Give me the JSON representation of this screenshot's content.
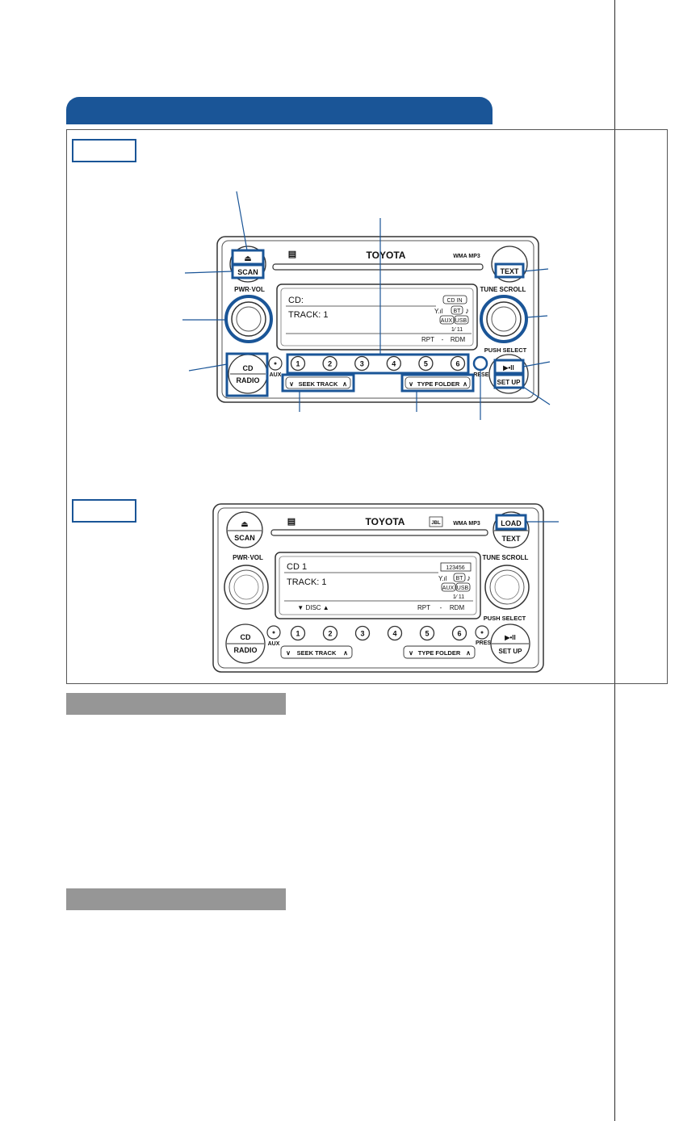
{
  "header": {
    "tab_color": "#1a5597",
    "tag_top": "",
    "tag_bottom": ""
  },
  "radio_top": {
    "brand": "TOYOTA",
    "formats": "WMA MP3",
    "display": {
      "line1": "CD:",
      "line2": "TRACK:  1",
      "badges": [
        "CD IN",
        "BT",
        "AUX",
        "USB"
      ],
      "count": "1⁄ 11",
      "bottom_left": "",
      "rpt": "RPT",
      "dash": "-",
      "rdm": "RDM"
    },
    "labels": {
      "eject": "⏏",
      "scan": "SCAN",
      "text": "TEXT",
      "pwr_vol": "PWR·VOL",
      "tune_scroll": "TUNE SCROLL",
      "push_select": "PUSH SELECT",
      "cd": "CD",
      "radio": "RADIO",
      "aux": "AUX",
      "reset": "RESET",
      "play_pause": "▶•II",
      "set_up": "SET UP",
      "seek_track": "SEEK TRACK",
      "type_folder": "TYPE FOLDER"
    },
    "presets": [
      "1",
      "2",
      "3",
      "4",
      "5",
      "6"
    ]
  },
  "radio_bottom": {
    "brand": "TOYOTA",
    "formats": "WMA MP3",
    "jbl": "JBL",
    "display": {
      "line1": "CD 1",
      "line2": "TRACK:  1",
      "discs": "123456",
      "badges": [
        "BT",
        "AUX",
        "USB"
      ],
      "count": "1⁄ 11",
      "disc": "▼  DISC  ▲",
      "rpt": "RPT",
      "dash": "-",
      "rdm": "RDM"
    },
    "labels": {
      "eject": "⏏",
      "scan": "SCAN",
      "load": "LOAD",
      "text": "TEXT",
      "pwr_vol": "PWR·VOL",
      "tune_scroll": "TUNE SCROLL",
      "push_select": "PUSH SELECT",
      "cd": "CD",
      "radio": "RADIO",
      "aux": "AUX",
      "preset": "PRESET",
      "play_pause": "▶•II",
      "set_up": "SET UP",
      "seek_track": "SEEK TRACK",
      "type_folder": "TYPE FOLDER"
    },
    "presets": [
      "1",
      "2",
      "3",
      "4",
      "5",
      "6"
    ]
  },
  "sections": {
    "bar1": "",
    "bar2": ""
  },
  "colors": {
    "highlight": "#1a5597",
    "bar": "#969696"
  }
}
